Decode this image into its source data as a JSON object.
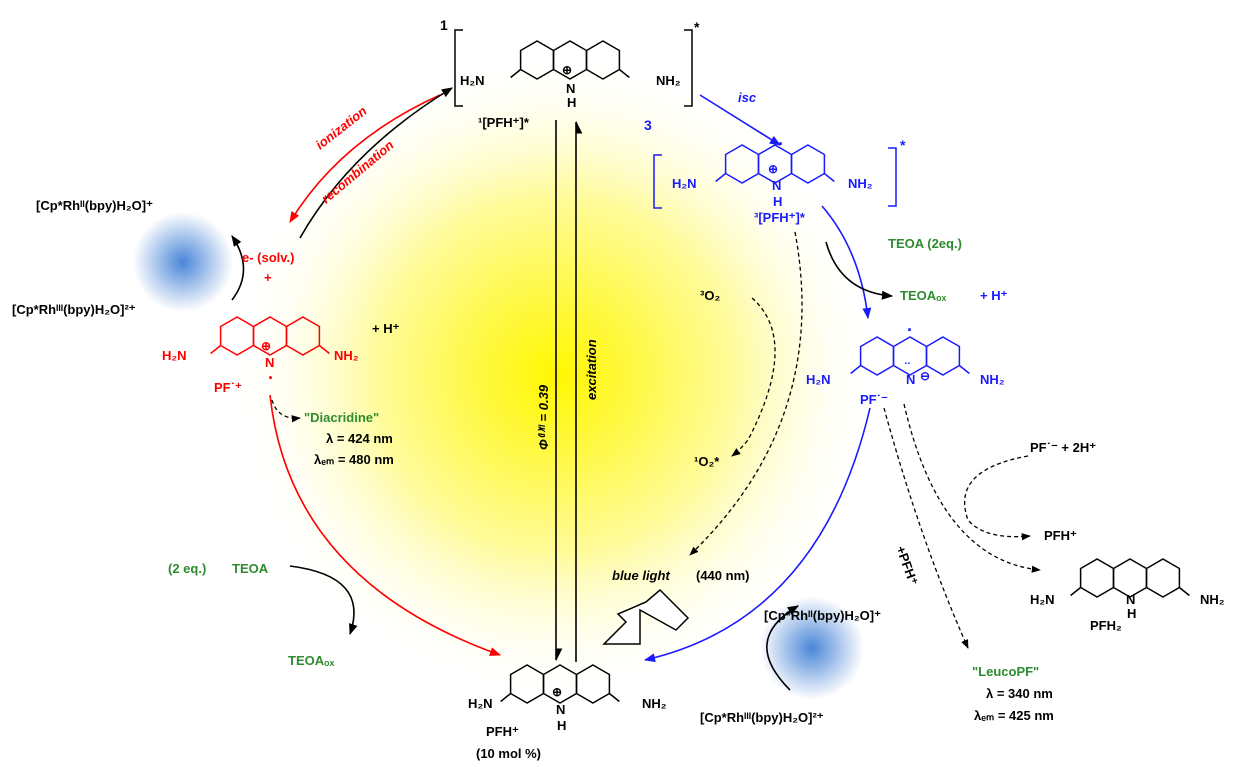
{
  "colors": {
    "black": "#000000",
    "red": "#ff0000",
    "blue": "#1a1aff",
    "green": "#2e8b2e",
    "glow_center": "#fff700",
    "rh_glow": "#4a86d8"
  },
  "atoms": {
    "nh2_left": "H₂N",
    "nh2_right": "NH₂",
    "n": "N",
    "h": "H",
    "plus_charge": "⊕",
    "minus_charge": "⊖",
    "radical": "·",
    "lone_pair": "¨"
  },
  "singlet_state": {
    "multiplicity": "1",
    "star": "*",
    "label": "¹[PFH⁺]*"
  },
  "triplet_state": {
    "multiplicity": "3",
    "star": "*",
    "label": "³[PFH⁺]*",
    "isc": "isc"
  },
  "ionization": {
    "ionization": "ionization",
    "recombination": "recombination",
    "electron": "e- (solv.)",
    "plus": "+",
    "proton": "+ H⁺",
    "radical_cation": "PF˙⁺"
  },
  "rh_left": {
    "rh2": "[Cp*Rhᴵᴵ(bpy)H₂O]⁺",
    "rh3": "[Cp*Rhᴵᴵᴵ(bpy)H₂O]²⁺"
  },
  "rh_bottom": {
    "rh2": "[Cp*Rhᴵᴵ(bpy)H₂O]⁺",
    "rh3": "[Cp*Rhᴵᴵᴵ(bpy)H₂O]²⁺"
  },
  "diacridine": {
    "name": "\"Diacridine\"",
    "lambda": "λ = 424 nm",
    "lambda_em": "λₑₘ = 480 nm"
  },
  "leucopf": {
    "name": "\"LeucoPF\"",
    "lambda": "λ = 340 nm",
    "lambda_em": "λₑₘ = 425 nm"
  },
  "center": {
    "quantum_yield": "Φ⁽ᴵ⁾ᶠˡ = 0.39",
    "excitation": "excitation",
    "blue_light": "blue light",
    "blue_light_nm": "(440 nm)"
  },
  "oxygen": {
    "triplet": "³O₂",
    "singlet": "¹O₂*"
  },
  "teoa_right": {
    "reagent": "TEOA (2eq.)",
    "product": "TEOAₒₓ",
    "proton": "+ H⁺"
  },
  "teoa_left": {
    "equiv": "(2 eq.)",
    "reagent": "TEOA",
    "product": "TEOAₒₓ"
  },
  "radical": {
    "label": "PF˙⁻"
  },
  "disproportionation": {
    "reactants": "PF˙⁻ + 2H⁺",
    "product": "PFH⁺",
    "plus_pfh": "+PFH⁺"
  },
  "pfh2": {
    "label": "PFH₂"
  },
  "catalyst": {
    "label": "PFH⁺",
    "loading": "(10 mol %)"
  }
}
